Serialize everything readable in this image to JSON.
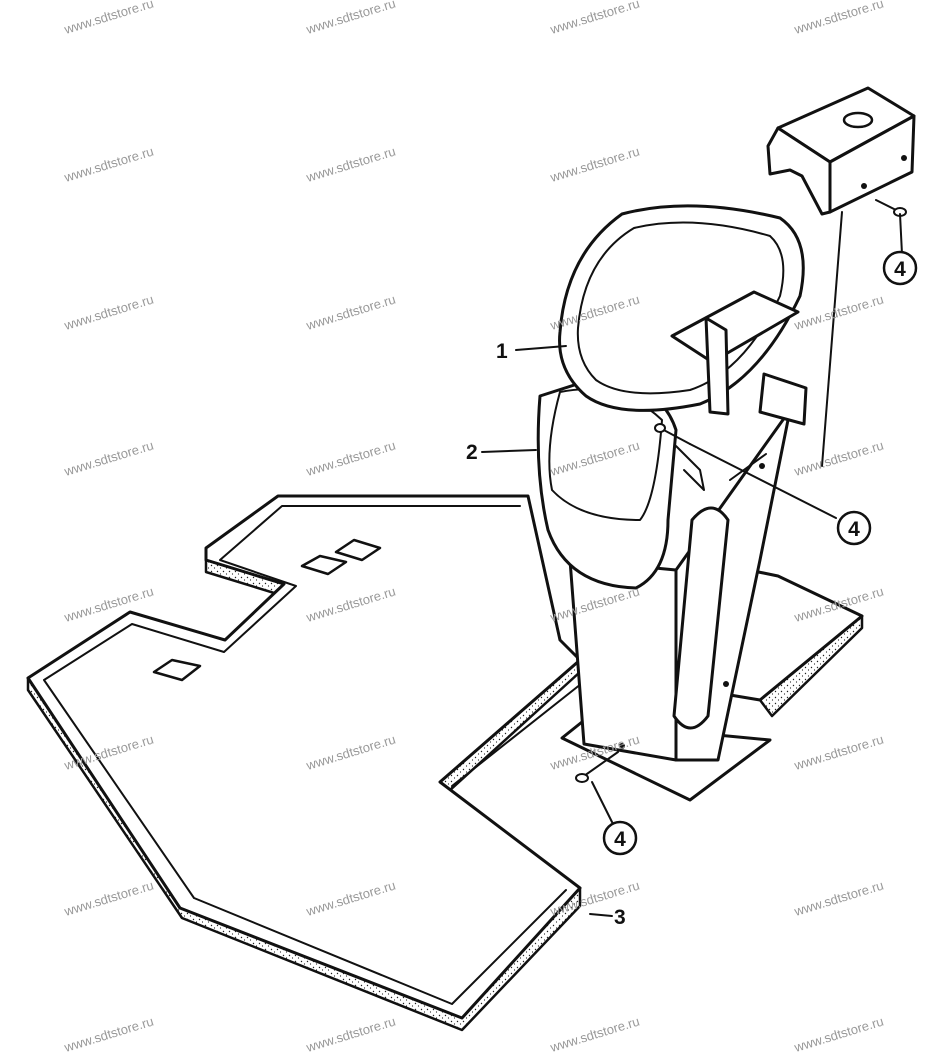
{
  "watermark": "www.sdtstore.ru",
  "callouts": {
    "part1": "1",
    "part2": "2",
    "part3": "3",
    "part4_top": "4",
    "part4_mid": "4",
    "part4_bottom": "4"
  },
  "colors": {
    "line": "#111111",
    "paper": "#ffffff",
    "watermark": "#9a9a9a"
  }
}
